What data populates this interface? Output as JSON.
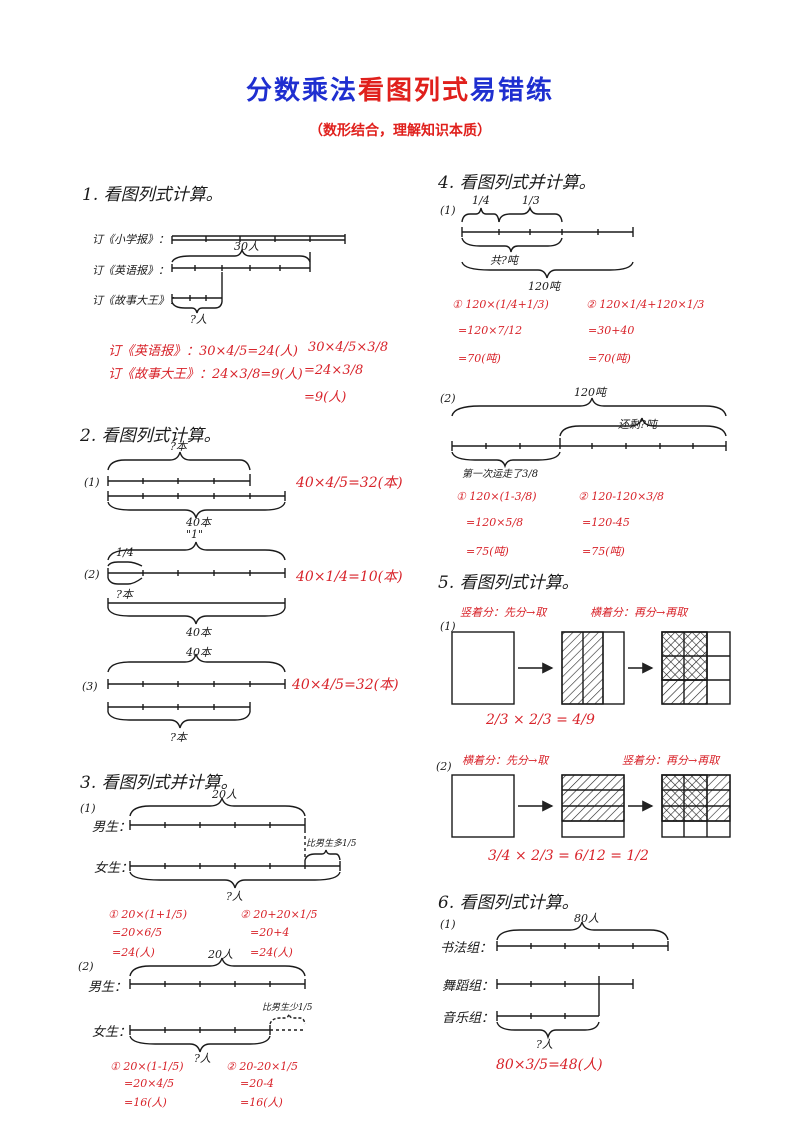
{
  "header": {
    "title_blue_1": "分数乘法",
    "title_red": "看图列式",
    "title_blue_2": "易错练",
    "subtitle": "（数形结合，理解知识本质）"
  },
  "section1": {
    "heading": "1. 看图列式计算。",
    "label_a": "订《小学报》：",
    "label_b": "订《英语报》：",
    "label_c": "订《故事大王》：",
    "total": "30人",
    "unknown": "?人",
    "ans1": "订《英语报》：30×4/5=24(人)",
    "ans2": "订《故事大王》：24×3/8=9(人)",
    "alt1": "30×4/5×3/8",
    "alt2": "=24×3/8",
    "alt3": "=9(人)"
  },
  "section2": {
    "heading": "2. 看图列式计算。",
    "p1_label": "(1)",
    "p1_top": "?本",
    "p1_bottom": "40本",
    "p1_ans": "40×4/5=32(本)",
    "p2_label": "(2)",
    "p2_mark": "\"1\"",
    "p2_frac": "1/4",
    "p2_unknown": "?本",
    "p2_bottom": "40本",
    "p2_ans": "40×1/4=10(本)",
    "p3_label": "(3)",
    "p3_top": "40本",
    "p3_bottom": "?本",
    "p3_ans": "40×4/5=32(本)"
  },
  "section3": {
    "heading": "3. 看图列式并计算。",
    "p1_label": "(1)",
    "boys": "男生：",
    "girls": "女生：",
    "p1_total": "20人",
    "p1_note": "比男生多1/5",
    "p1_unknown": "?人",
    "p1_a1": "① 20×(1+1/5)",
    "p1_a2": "=20×6/5",
    "p1_a3": "=24(人)",
    "p1_b1": "② 20+20×1/5",
    "p1_b2": "=20+4",
    "p1_b3": "=24(人)",
    "p2_label": "(2)",
    "p2_total": "20人",
    "p2_note": "比男生少1/5",
    "p2_unknown": "?人",
    "p2_a1": "① 20×(1-1/5)",
    "p2_a2": "=20×4/5",
    "p2_a3": "=16(人)",
    "p2_b1": "② 20-20×1/5",
    "p2_b2": "=20-4",
    "p2_b3": "=16(人)"
  },
  "section4": {
    "heading": "4. 看图列式并计算。",
    "p1_label": "(1)",
    "p1_f1": "1/4",
    "p1_f2": "1/3",
    "p1_mid": "共?吨",
    "p1_total": "120吨",
    "p1_a1": "① 120×(1/4+1/3)",
    "p1_a2": "=120×7/12",
    "p1_a3": "=70(吨)",
    "p1_b1": "② 120×1/4+120×1/3",
    "p1_b2": "=30+40",
    "p1_b3": "=70(吨)",
    "p2_label": "(2)",
    "p2_total": "120吨",
    "p2_rem": "还剩?吨",
    "p2_first": "第一次运走了3/8",
    "p2_a1": "① 120×(1-3/8)",
    "p2_a2": "=120×5/8",
    "p2_a3": "=75(吨)",
    "p2_b1": "② 120-120×3/8",
    "p2_b2": "=120-45",
    "p2_b3": "=75(吨)"
  },
  "section5": {
    "heading": "5. 看图列式计算。",
    "p1_label": "(1)",
    "p1_step1": "竖着分：先分→取",
    "p1_step2": "横着分：再分→再取",
    "p1_eq": "2/3 × 2/3 = 4/9",
    "p2_label": "(2)",
    "p2_step1": "横着分：先分→取",
    "p2_step2": "竖着分：再分→再取",
    "p2_eq": "3/4 × 2/3 = 6/12 = 1/2"
  },
  "section6": {
    "heading": "6. 看图列式计算。",
    "p1_label": "(1)",
    "row1": "书法组：",
    "row2": "舞蹈组：",
    "row3": "音乐组：",
    "total": "80人",
    "unknown": "?人",
    "ans": "80×3/5=48(人)"
  }
}
